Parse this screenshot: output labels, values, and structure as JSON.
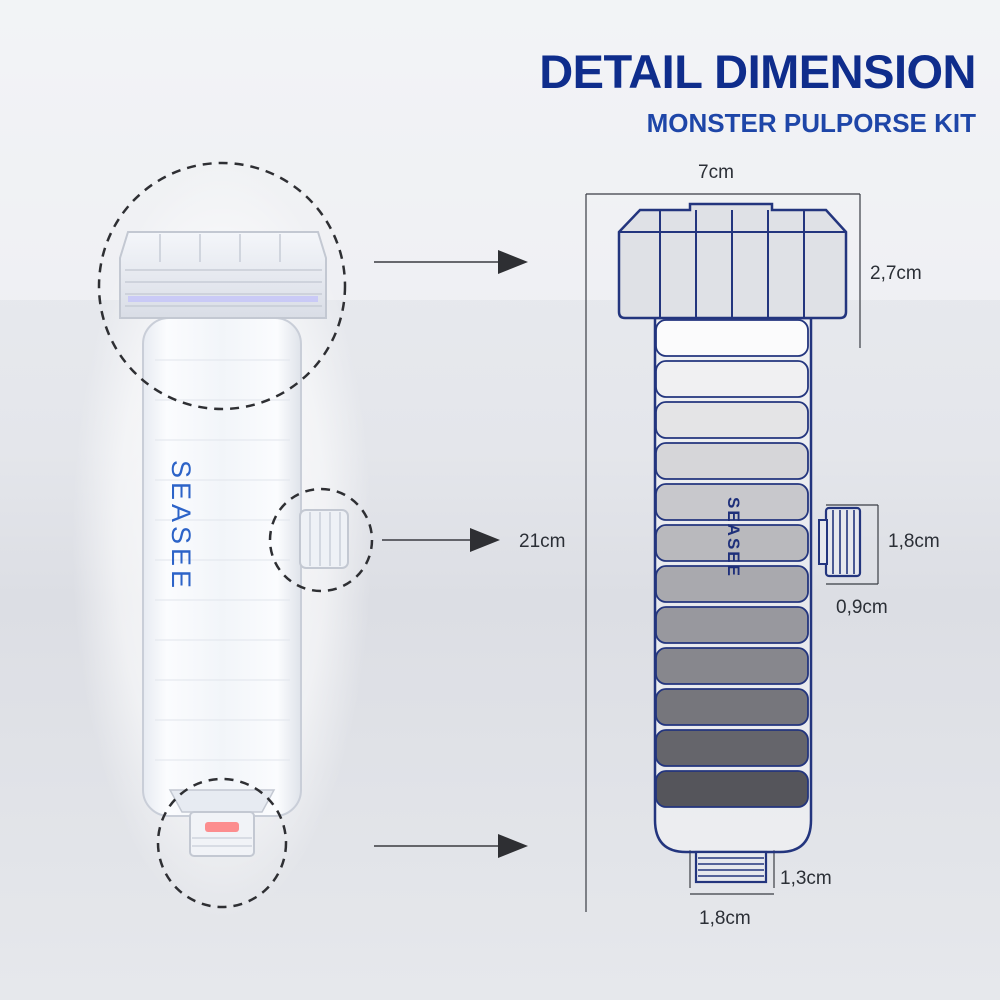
{
  "header": {
    "title": "DETAIL DIMENSION",
    "subtitle": "MONSTER PULPORSE KIT"
  },
  "product": {
    "brand": "SEASEE"
  },
  "dimensions": {
    "width": "7cm",
    "cap_height": "2,7cm",
    "total_height": "21cm",
    "side_port_height": "1,8cm",
    "side_port_depth": "0,9cm",
    "bottom_port_height": "1,3cm",
    "bottom_port_width": "1,8cm"
  },
  "colors": {
    "title": "#0f2d8c",
    "subtitle": "#1e46a8",
    "outline": "#23357e",
    "brand_photo": "#2c63c8"
  }
}
